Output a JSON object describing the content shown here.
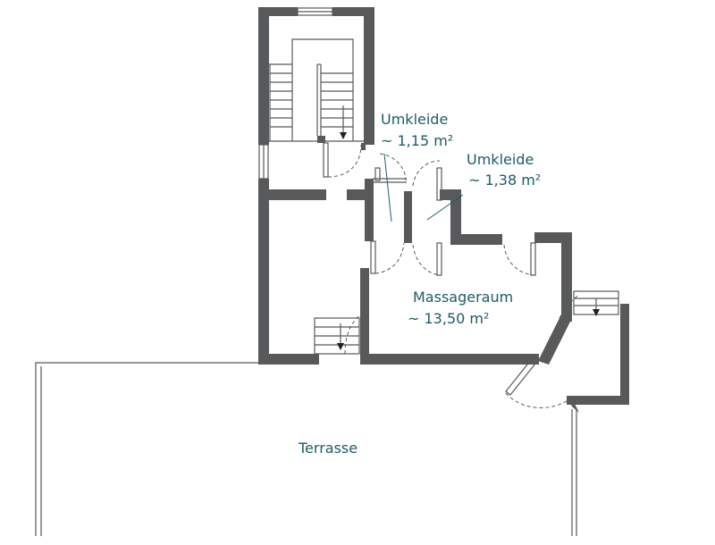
{
  "rooms": {
    "umkleide_1": {
      "name": "Umkleide",
      "area": "~ 1,15 m²"
    },
    "umkleide_2": {
      "name": "Umkleide",
      "area": "~ 1,38 m²"
    },
    "massageraum": {
      "name": "Massageraum",
      "area": "~ 13,50 m²"
    },
    "terrasse": {
      "name": "Terrasse"
    }
  },
  "colors": {
    "wall": "#58595b",
    "label": "#1e5c66",
    "background": "#ffffff"
  },
  "icons": [
    "stair-arrow-down-icon",
    "door-swing-icon",
    "window-icon"
  ]
}
